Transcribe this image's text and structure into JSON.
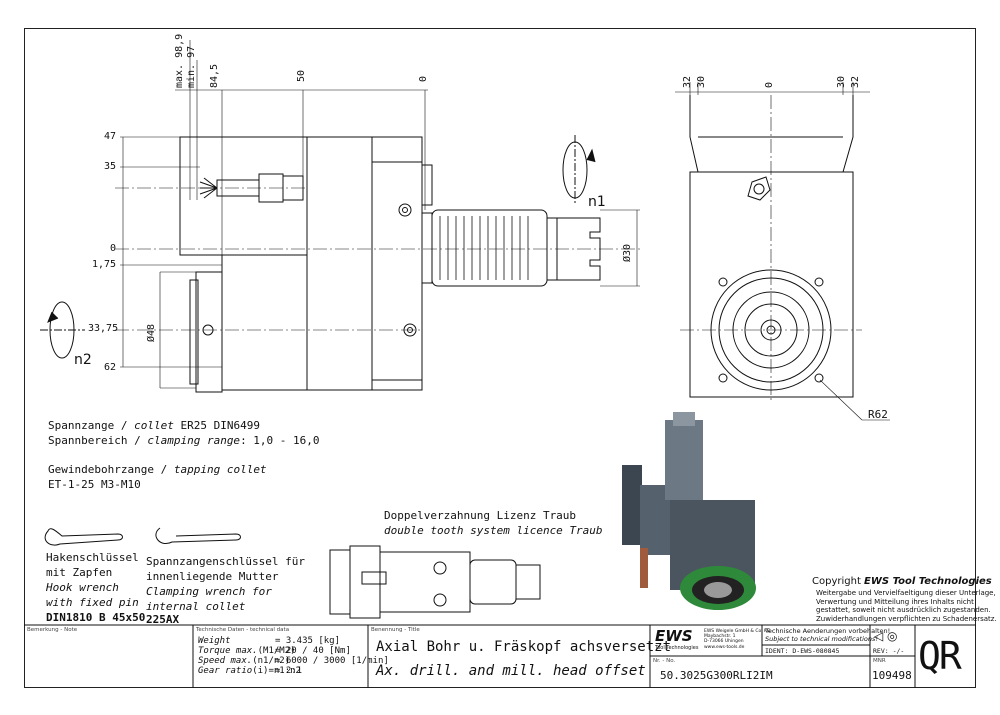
{
  "dimensions_top": [
    "max. 98,9",
    "min. 97",
    "84,5",
    "50",
    "0"
  ],
  "dimensions_left": [
    "47",
    "35",
    "0",
    "1,75",
    "33,75",
    "62"
  ],
  "dimensions_side_top": [
    "32",
    "30",
    "0",
    "30",
    "32"
  ],
  "dia_30": "Ø30",
  "dia_48": "Ø48",
  "radius": "R62",
  "rot_n1": "n1",
  "rot_n2": "n2",
  "notes": {
    "collet_de": "Spannzange / ",
    "collet_en": "collet",
    "collet_spec": "  ER25   DIN6499",
    "range_de": "Spannbereich / ",
    "range_en": "clamping range",
    "range_spec": ": 1,0 - 16,0",
    "tapping_de": "Gewindebohrzange / ",
    "tapping_en": "tapping collet",
    "tapping_spec": "ET-1-25  M3-M10"
  },
  "hook_wrench": {
    "line1": "Hakenschlüssel",
    "line2": "mit Zapfen",
    "line3": "Hook wrench",
    "line4": "with fixed pin",
    "line5": "DIN1810 B 45x50"
  },
  "clamping_wrench": {
    "line1": "Spannzangenschlüssel für",
    "line2": "innenliegende Mutter",
    "line3": "Clamping wrench for",
    "line4": "internal collet",
    "line5": "225AX"
  },
  "double_tooth": {
    "line1": "Doppelverzahnung Lizenz Traub",
    "line2": "double tooth system licence Traub"
  },
  "copyright": {
    "prefix": "Copyright ",
    "brand": "EWS Tool Technologies",
    "line1": "Weitergabe und Vervielfaeltigung dieser Unterlage,",
    "line2": "Verwertung und Mitteilung ihres Inhalts nicht",
    "line3": "gestattet, soweit nicht ausdrücklich zugestanden.",
    "line4": "Zuwiderhandlungen verpflichten zu Schadenersatz."
  },
  "title_block": {
    "note_label": "Bemerkung - Note",
    "tech_label": "Technische Daten - technical data",
    "weight_label": "Weight",
    "weight_value": "=  3.435 [kg]",
    "torque_label": "Torque max.",
    "torque_sub": "(M1/M2)",
    "torque_value": "=  20 / 40 [Nm]",
    "speed_label": "Speed max.",
    "speed_sub": "(n1/n2)",
    "speed_value": "=  6000 / 3000 [1/min]",
    "ratio_label": "Gear ratio",
    "ratio_sub": "(i)=n1:n2",
    "ratio_value": "=  2:1",
    "name_label": "Benennung - Title",
    "title_de": "Axial Bohr u. Fräskopf achsversetzt",
    "title_en": "Ax. drill. and mill. head offset",
    "logo": "EWS",
    "logo_sub": "Tool Technologies",
    "company_line1": "EWS Weigele GmbH & Co. KG",
    "company_line2": "Maybachstr. 1",
    "company_line3": "D-73066 Uhingen",
    "company_line4": "www.ews-tools.de",
    "nr_label": "Nr. - No.",
    "part_no": "50.3025G300RLI2IM",
    "change_de": "Technische Aenderungen vorbehalten!",
    "change_en": "Subject to technical modifications!",
    "ident": "IDENT:  D-EWS-080845",
    "rev": "REV:   -/-",
    "mnr_label": "MNR",
    "mnr": "109498",
    "qr": "QR"
  }
}
